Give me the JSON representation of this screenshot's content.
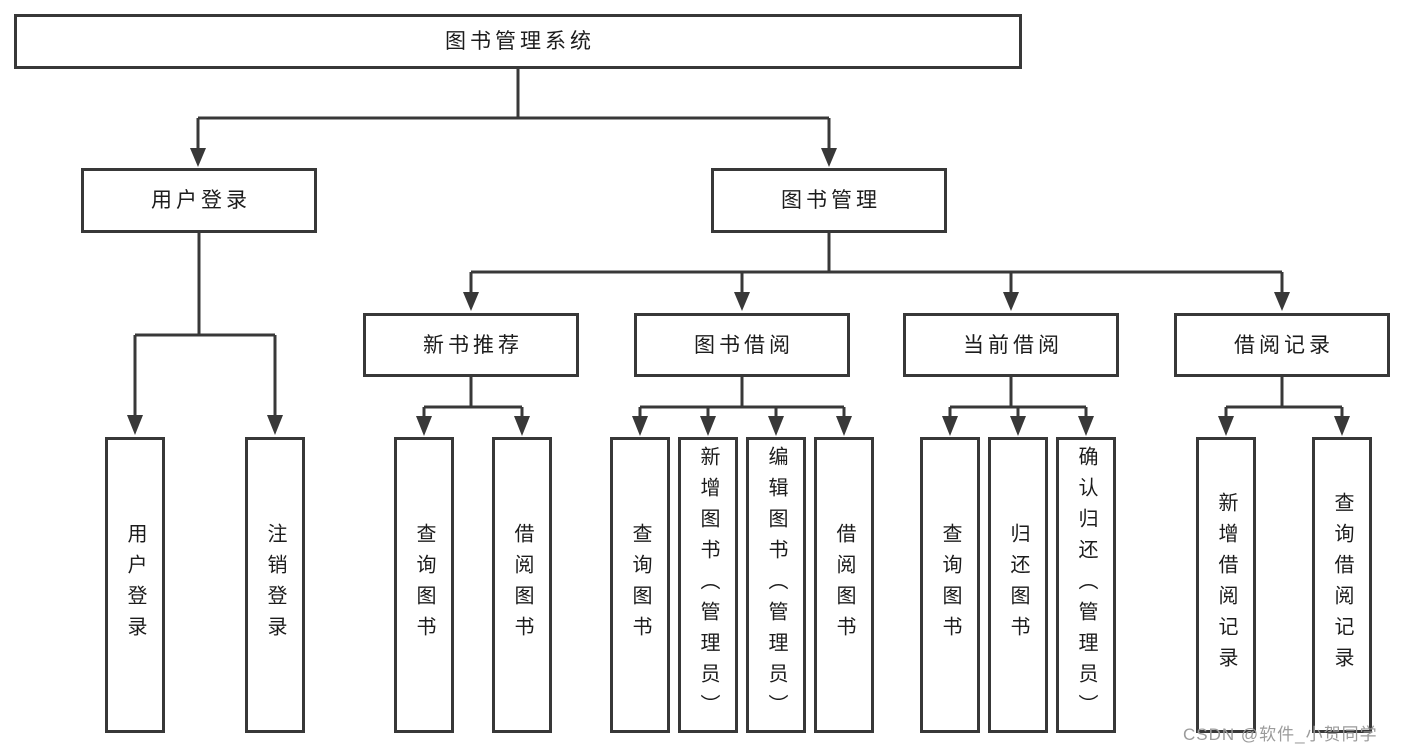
{
  "diagram": {
    "type": "tree-diagram",
    "root": {
      "label": "图书管理系统"
    },
    "level2": [
      {
        "label": "用户登录",
        "children": [
          {
            "label": "用户登录"
          },
          {
            "label": "注销登录"
          }
        ]
      },
      {
        "label": "图书管理",
        "children": [
          {
            "label": "新书推荐",
            "children": [
              {
                "label": "查询图书"
              },
              {
                "label": "借阅图书"
              }
            ]
          },
          {
            "label": "图书借阅",
            "children": [
              {
                "label": "查询图书"
              },
              {
                "label": "新增图书（管理员）"
              },
              {
                "label": "编辑图书（管理员）"
              },
              {
                "label": "借阅图书"
              }
            ]
          },
          {
            "label": "当前借阅",
            "children": [
              {
                "label": "查询图书"
              },
              {
                "label": "归还图书"
              },
              {
                "label": "确认归还（管理员）"
              }
            ]
          },
          {
            "label": "借阅记录",
            "children": [
              {
                "label": "新增借阅记录"
              },
              {
                "label": "查询借阅记录"
              }
            ]
          }
        ]
      }
    ]
  },
  "watermark": {
    "text": "CSDN @软件_小贺同学"
  },
  "colors": {
    "line": "#383838",
    "border": "#383838",
    "text": "#1c1c1c",
    "background": "#ffffff",
    "watermark": "#9b9b9b"
  }
}
